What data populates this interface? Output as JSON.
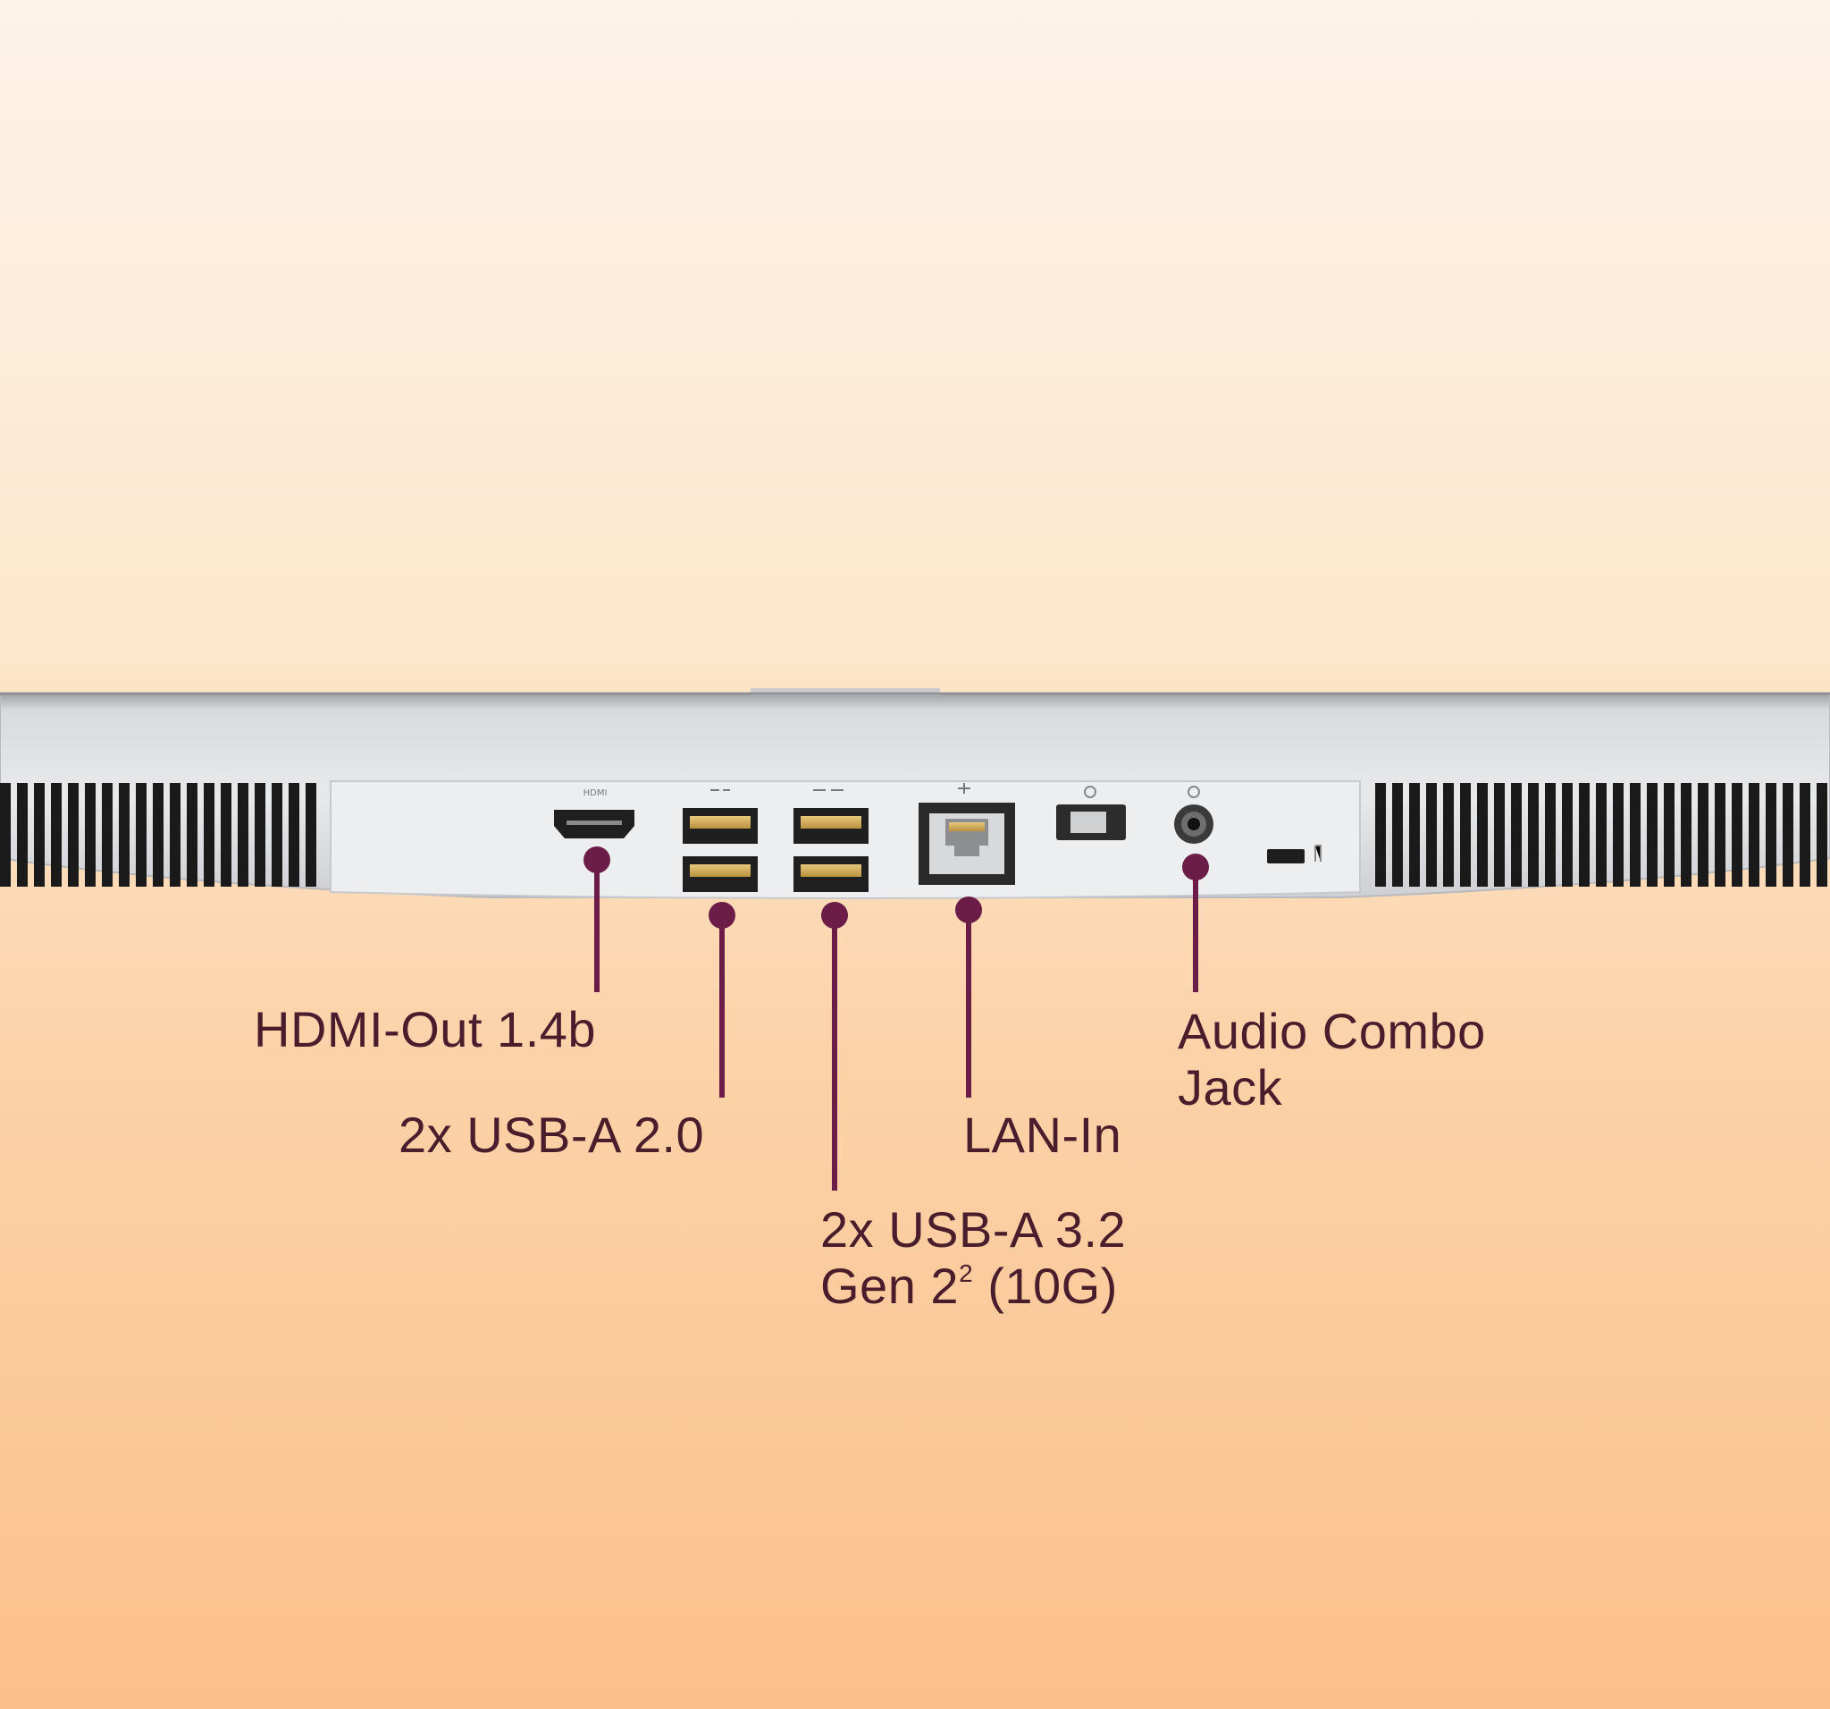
{
  "callouts": {
    "hdmi": {
      "label": "HDMI-Out 1.4b"
    },
    "usb2": {
      "label": "2x USB-A 2.0"
    },
    "usb32": {
      "line1": "2x USB-A 3.2",
      "line2_prefix": "Gen 2",
      "line2_sup": "2",
      "line2_suffix": " (10G)"
    },
    "lan": {
      "label": "LAN-In"
    },
    "audio": {
      "line1": "Audio Combo",
      "line2": "Jack"
    }
  },
  "colors": {
    "callout": "#6b1d47",
    "text": "#4a1d2c",
    "panel": "#e6e7ea",
    "vent": "#1a1a1a"
  }
}
